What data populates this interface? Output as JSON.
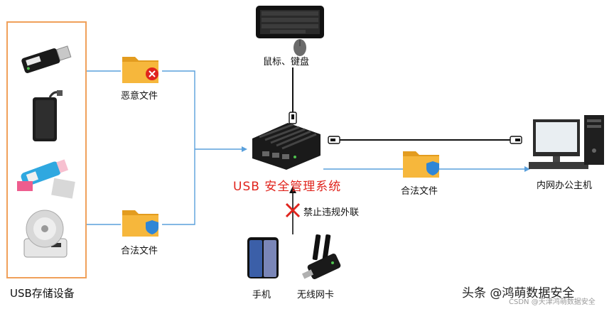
{
  "title": "USB 安全管理系统",
  "labels": {
    "usb_devices": "USB存储设备",
    "malicious_file": "恶意文件",
    "legal_file_left": "合法文件",
    "legal_file_right": "合法文件",
    "mouse_keyboard": "鼠标、键盘",
    "internal_host": "内网办公主机",
    "forbid_external": "禁止违规外联",
    "phone": "手机",
    "wireless_card": "无线网卡"
  },
  "watermark": {
    "main": "头条 @鸿萌数据安全",
    "sub": "CSDN @天津鸿萌数据安全"
  },
  "colors": {
    "flow_line": "#5aa0dc",
    "box_border": "#f0a05a",
    "title_red": "#e0241d",
    "forbid_cross": "#e0241d",
    "folder": "#f6b73c"
  }
}
